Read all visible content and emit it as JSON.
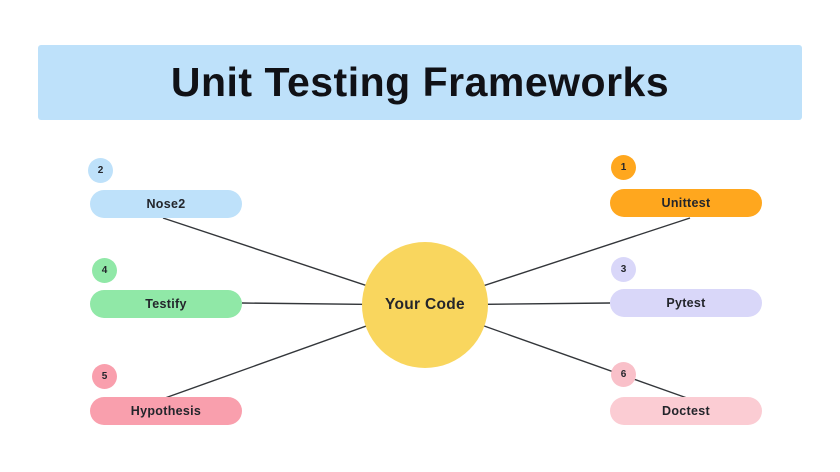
{
  "title": "Unit Testing Frameworks",
  "banner_color": "#BEE1FA",
  "line_color": "#33363a",
  "center": {
    "label": "Your Code",
    "color": "#F9D65E"
  },
  "nodes": [
    {
      "badge": "1",
      "label": "Unittest",
      "color": "#FFA71E",
      "badge_color": "#FFA71E"
    },
    {
      "badge": "2",
      "label": "Nose2",
      "color": "#BEE1FA",
      "badge_color": "#BEE1FA"
    },
    {
      "badge": "3",
      "label": "Pytest",
      "color": "#D9D7F9",
      "badge_color": "#D9D7F9"
    },
    {
      "badge": "4",
      "label": "Testify",
      "color": "#90E8A7",
      "badge_color": "#90E8A7"
    },
    {
      "badge": "5",
      "label": "Hypothesis",
      "color": "#F99FAD",
      "badge_color": "#F99FAD"
    },
    {
      "badge": "6",
      "label": "Doctest",
      "color": "#FBCCD3",
      "badge_color": "#F9C0C9"
    }
  ]
}
